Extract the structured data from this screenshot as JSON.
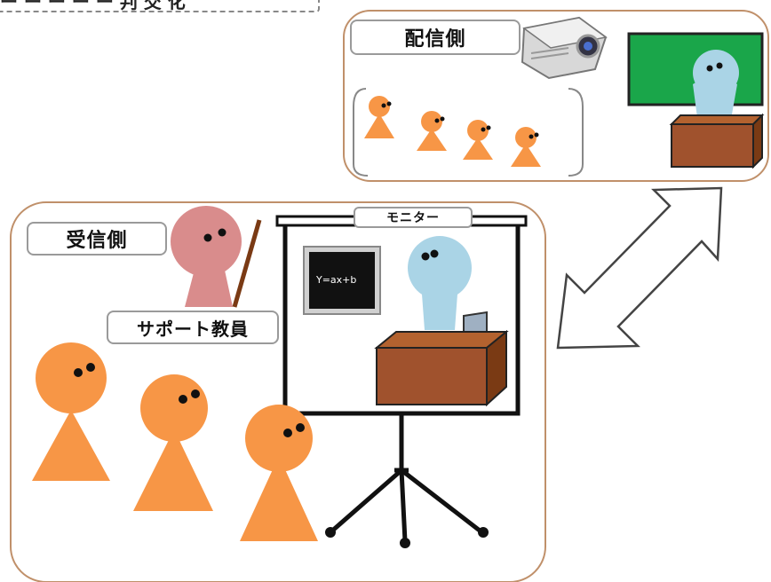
{
  "top_fragment": "ー ー ー ー ー 判 交 化",
  "sender": {
    "label": "配信側"
  },
  "receiver": {
    "label": "受信側"
  },
  "support_teacher": {
    "label": "サポート教員"
  },
  "monitor": {
    "label": "モニター"
  },
  "blackboard": {
    "text": "Y=ax+b"
  },
  "colors": {
    "student": "#f79646",
    "teacher_remote": "#aad4e6",
    "support_teacher": "#d98c8c",
    "desk": "#a0522d",
    "chalkboard_green": "#1aa64a",
    "frame_border": "#c0906a"
  }
}
